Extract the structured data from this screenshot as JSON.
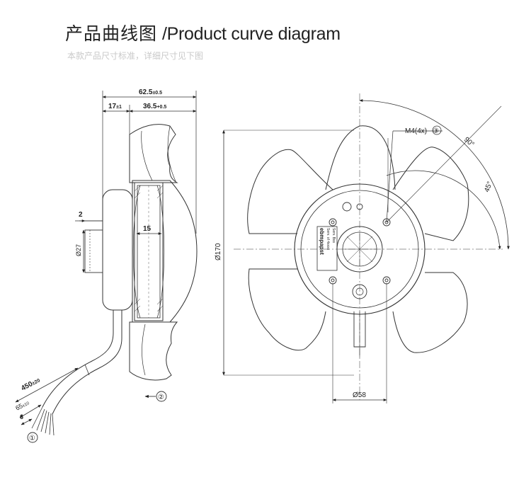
{
  "header": {
    "title_zh": "产品曲线图",
    "title_en": "/Product curve diagram",
    "subtitle": "本款产品尺寸标准，详细尺寸见下图"
  },
  "side_view": {
    "dim_overall": "62.5",
    "dim_overall_tol": "±0.5",
    "dim_left": "17",
    "dim_left_tol": "±1",
    "dim_right": "36.5",
    "dim_right_tol": "+0.5",
    "dim_hub": "15",
    "dim_shaft_offset": "2",
    "dim_shaft_dia": "Ø27",
    "cable_length": "450",
    "cable_length_tol": "±20",
    "strip_length": "65",
    "strip_length_tol": "±10",
    "wire_end": "6",
    "callout_cable": "①",
    "callout_airflow": "②"
  },
  "front_view": {
    "dim_outer": "Ø170",
    "dim_mount": "Ø58",
    "screw_label": "M4(4x)",
    "callout_screw": "③",
    "angle_90": "90°",
    "angle_45": "45°",
    "label_brand": "ebmpapst",
    "label_line2": "Serv. of  4xxxx",
    "label_line3": "Serv. Bss"
  }
}
